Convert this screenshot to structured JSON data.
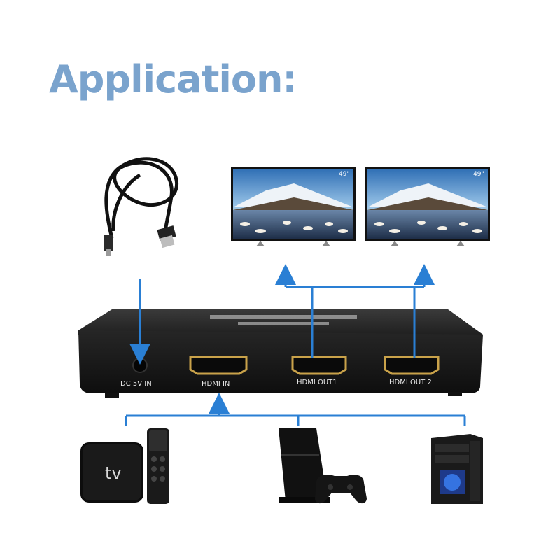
{
  "heading": "Application:",
  "ports": {
    "dc_in": "DC 5V IN",
    "hdmi_in": "HDMI IN",
    "hdmi_out1": "HDMI OUT1",
    "hdmi_out2": "HDMI OUT 2"
  },
  "displays": [
    {
      "size_label": "49\""
    },
    {
      "size_label": "49\""
    }
  ],
  "sources": {
    "apple_tv_label": "tv"
  },
  "colors": {
    "heading": "#7aa3cd",
    "arrows": "#2a7fd4",
    "splitter_body": "#1c1c1c",
    "hdmi_gold": "#c9a24a"
  }
}
